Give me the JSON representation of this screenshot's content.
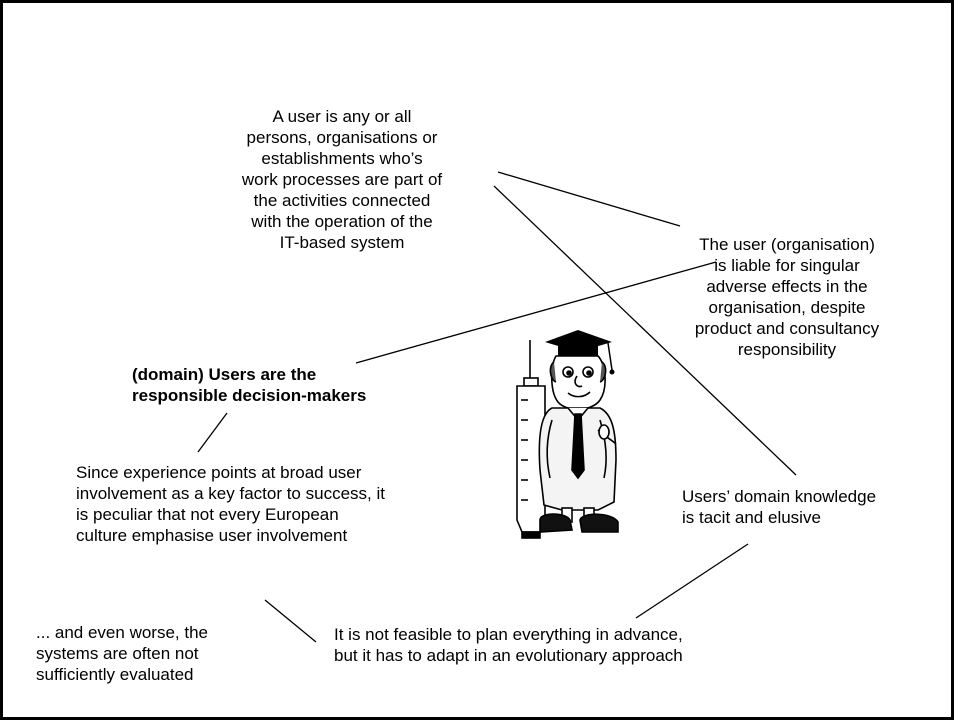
{
  "notes": {
    "user_definition": {
      "lines": [
        "A user is any or all",
        "persons, organisations or",
        "establishments who’s",
        "work processes are part of",
        "the activities connected",
        "with the operation of the",
        "IT-based system"
      ]
    },
    "liability": {
      "lines": [
        "The user (organisation)",
        "is liable for singular",
        "adverse effects in the",
        "organisation, despite",
        "product and consultancy",
        "responsibility"
      ]
    },
    "responsible": {
      "lines": [
        "(domain) Users are the",
        "responsible decision-makers"
      ]
    },
    "experience": {
      "lines": [
        "Since experience points at broad user",
        "involvement as a key factor to success, it",
        "is peculiar that not every European",
        "culture emphasise user involvement"
      ]
    },
    "tacit": {
      "lines": [
        "Users’ domain knowledge",
        "is tacit and elusive"
      ]
    },
    "evaluated": {
      "lines": [
        "... and even worse, the",
        "systems are often not",
        "sufficiently evaluated"
      ]
    },
    "evolutionary": {
      "lines": [
        "It is not feasible to plan everything in advance,",
        "but it has to adapt in an evolutionary approach"
      ]
    }
  },
  "colors": {
    "border": "#000000",
    "background": "#ffffff",
    "coat": "#f4f4f4",
    "shadow": "#111111"
  },
  "icons": {
    "scientist": "professor-with-syringe-illustration"
  }
}
